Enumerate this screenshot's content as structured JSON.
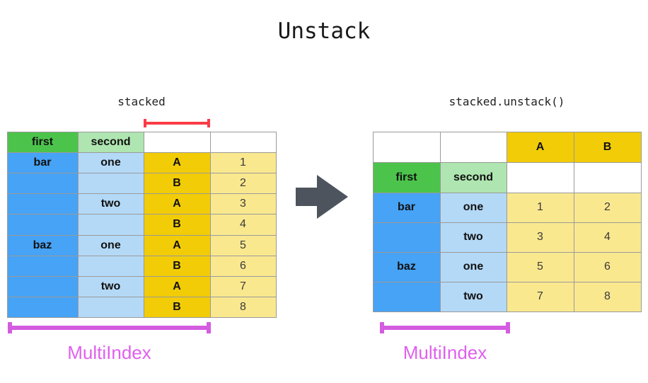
{
  "title": "Unstack",
  "accent_colors": {
    "green": "#4CC44C",
    "light_green": "#AEE5B0",
    "blue": "#47A3F5",
    "light_blue": "#B4D9F7",
    "yellow": "#F2CC06",
    "light_yellow": "#FAE88F",
    "magenta": "#D45CE0",
    "red": "#FA3C46",
    "arrow_gray": "#4E545E"
  },
  "left": {
    "caption": "stacked",
    "multiindex_label": "MultiIndex",
    "header": [
      "first",
      "second",
      "",
      ""
    ],
    "rows": [
      [
        "bar",
        "one",
        "A",
        "1"
      ],
      [
        "",
        "",
        "B",
        "2"
      ],
      [
        "",
        "two",
        "A",
        "3"
      ],
      [
        "",
        "",
        "B",
        "4"
      ],
      [
        "baz",
        "one",
        "A",
        "5"
      ],
      [
        "",
        "",
        "B",
        "6"
      ],
      [
        "",
        "two",
        "A",
        "7"
      ],
      [
        "",
        "",
        "B",
        "8"
      ]
    ]
  },
  "right": {
    "caption": "stacked.unstack()",
    "multiindex_label": "MultiIndex",
    "column_header": [
      "",
      "",
      "A",
      "B"
    ],
    "index_header": [
      "first",
      "second",
      "",
      ""
    ],
    "rows": [
      [
        "bar",
        "one",
        "1",
        "2"
      ],
      [
        "",
        "two",
        "3",
        "4"
      ],
      [
        "baz",
        "one",
        "5",
        "6"
      ],
      [
        "",
        "two",
        "7",
        "8"
      ]
    ]
  },
  "arrow": {
    "direction": "right"
  }
}
